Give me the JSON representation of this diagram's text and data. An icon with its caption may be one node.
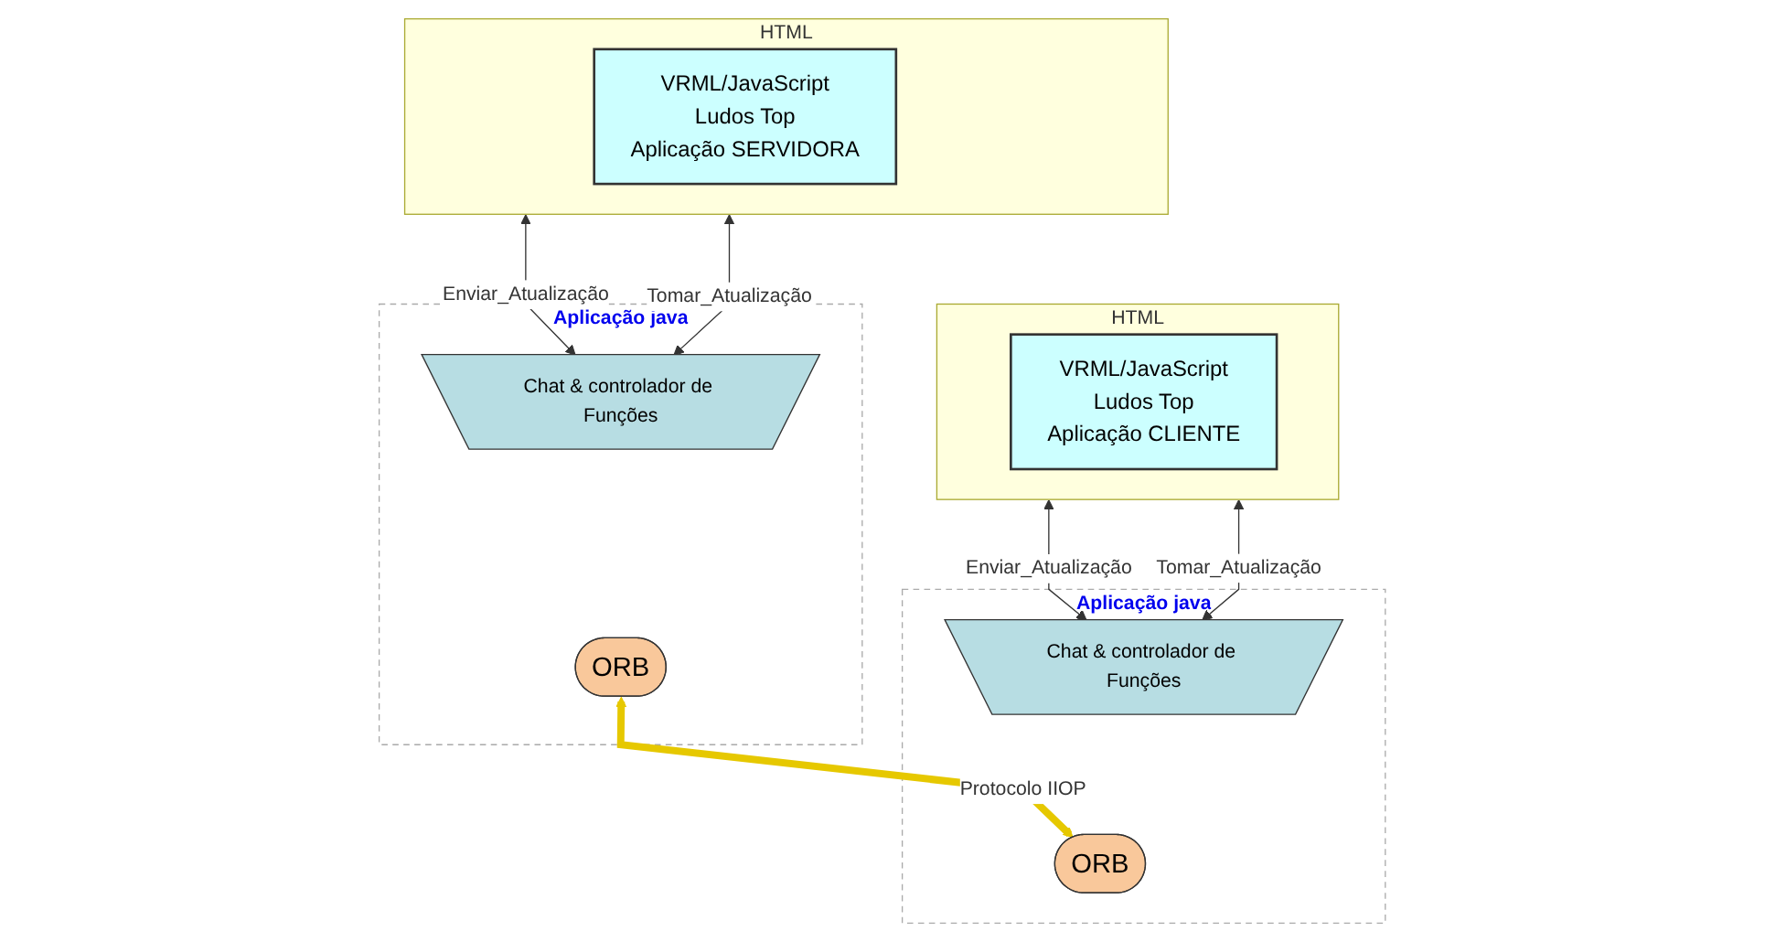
{
  "diagram": {
    "nodes": [
      {
        "text": [
          "HTML"
        ]
      },
      {
        "text": [
          "VRML/JavaScript",
          "Ludos Top",
          "Aplicação SERVIDORA"
        ],
        "in": 0
      },
      {
        "text": [
          "HTML"
        ]
      },
      {
        "text": [
          "VRML/JavaScript",
          "Ludos Top",
          "Aplicação CLIENTE"
        ],
        "in": 2
      },
      {
        "text": [
          "Aplicação java"
        ]
      },
      {
        "text": [
          "Chat & controlador de Funções"
        ],
        "in": 4
      },
      {
        "text": [
          "ORB"
        ],
        "in": 4
      },
      {
        "text": [
          "Aplicação java"
        ]
      },
      {
        "text": [
          "Chat & controlador de Funções"
        ],
        "in": 7
      },
      {
        "text": [
          "ORB"
        ],
        "in": 7
      }
    ],
    "edges": [
      {
        "from": 0,
        "to": 5,
        "arrow": "both",
        "label": "Enviar_Atualização"
      },
      {
        "from": 0,
        "to": 5,
        "arrow": "both",
        "label": "Tomar_Atualização"
      },
      {
        "from": 2,
        "to": 8,
        "arrow": "both",
        "label": "Enviar_Atualização"
      },
      {
        "from": 2,
        "to": 8,
        "arrow": "both",
        "label": "Tomar_Atualização"
      },
      {
        "from": 6,
        "to": 9,
        "arrow": "both",
        "label": "Protocolo IIOP",
        "style": "thick",
        "color": "#e6c800"
      }
    ]
  }
}
